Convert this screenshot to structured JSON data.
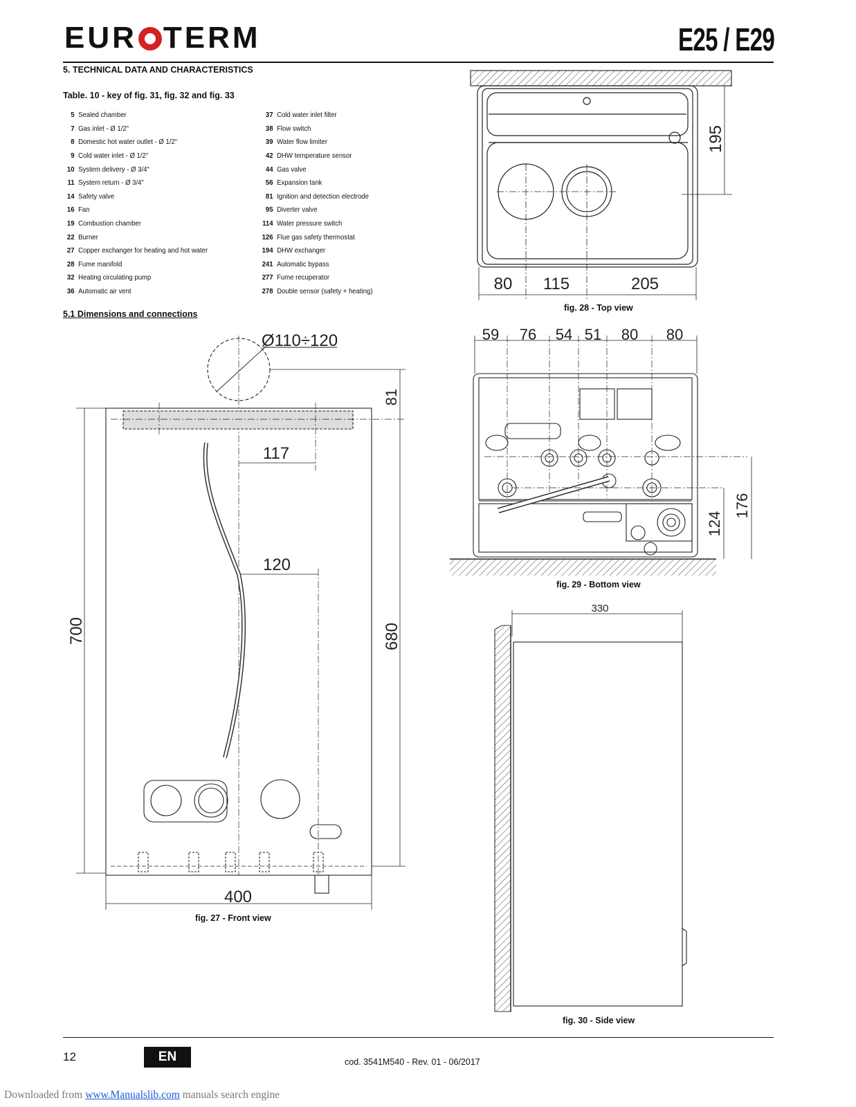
{
  "header": {
    "brand": "EUROTERM",
    "brand_parts": [
      "EUR",
      "TERM"
    ],
    "model": "E25 / E29"
  },
  "section_title": "5. TECHNICAL DATA AND CHARACTERISTICS",
  "table_title": "Table. 10 - key of fig. 31, fig. 32 and fig. 33",
  "key_left": [
    {
      "num": "5",
      "label": "Sealed chamber"
    },
    {
      "num": "7",
      "label": "Gas inlet - Ø 1/2\""
    },
    {
      "num": "8",
      "label": "Domestic hot water outlet - Ø 1/2\""
    },
    {
      "num": "9",
      "label": "Cold water inlet - Ø 1/2\""
    },
    {
      "num": "10",
      "label": "System delivery - Ø 3/4\""
    },
    {
      "num": "11",
      "label": "System return - Ø 3/4\""
    },
    {
      "num": "14",
      "label": "Safety valve"
    },
    {
      "num": "16",
      "label": "Fan"
    },
    {
      "num": "19",
      "label": "Combustion chamber"
    },
    {
      "num": "22",
      "label": "Burner"
    },
    {
      "num": "27",
      "label": "Copper exchanger for heating and hot water"
    },
    {
      "num": "28",
      "label": "Fume manifold"
    },
    {
      "num": "32",
      "label": "Heating circulating pump"
    },
    {
      "num": "36",
      "label": "Automatic air vent"
    }
  ],
  "key_right": [
    {
      "num": "37",
      "label": "Cold water inlet filter"
    },
    {
      "num": "38",
      "label": "Flow switch"
    },
    {
      "num": "39",
      "label": "Water flow limiter"
    },
    {
      "num": "42",
      "label": "DHW temperature sensor"
    },
    {
      "num": "44",
      "label": "Gas valve"
    },
    {
      "num": "56",
      "label": "Expansion tank"
    },
    {
      "num": "81",
      "label": "Ignition and detection electrode"
    },
    {
      "num": "95",
      "label": "Diverter valve"
    },
    {
      "num": "114",
      "label": "Water pressure switch"
    },
    {
      "num": "126",
      "label": "Flue gas safety thermostat"
    },
    {
      "num": "194",
      "label": "DHW exchanger"
    },
    {
      "num": "241",
      "label": "Automatic bypass"
    },
    {
      "num": "277",
      "label": "Fume recuperator"
    },
    {
      "num": "278",
      "label": "Double sensor (safety + heating)"
    }
  ],
  "subsection_title": "5.1  Dimensions and connections",
  "figures": {
    "top_view": {
      "caption": "fig. 28 - Top view",
      "dims": [
        "195",
        "80",
        "115",
        "205"
      ]
    },
    "bottom_view": {
      "caption": "fig. 29 - Bottom view",
      "dims": [
        "59",
        "76",
        "54",
        "51",
        "80",
        "80",
        "124",
        "176"
      ]
    },
    "front_view": {
      "caption": "fig. 27 - Front view",
      "dims": [
        "Ø110÷120",
        "81",
        "117",
        "120",
        "700",
        "680",
        "400"
      ]
    },
    "side_view": {
      "caption": "fig. 30 - Side view",
      "dims": [
        "330"
      ]
    }
  },
  "footer": {
    "page_number": "12",
    "language": "EN",
    "code": "cod. 3541M540  -  Rev. 01  -  06/2017"
  },
  "download_note": {
    "prefix": "Downloaded from ",
    "link": "www.Manualslib.com",
    "suffix": "  manuals search engine"
  }
}
